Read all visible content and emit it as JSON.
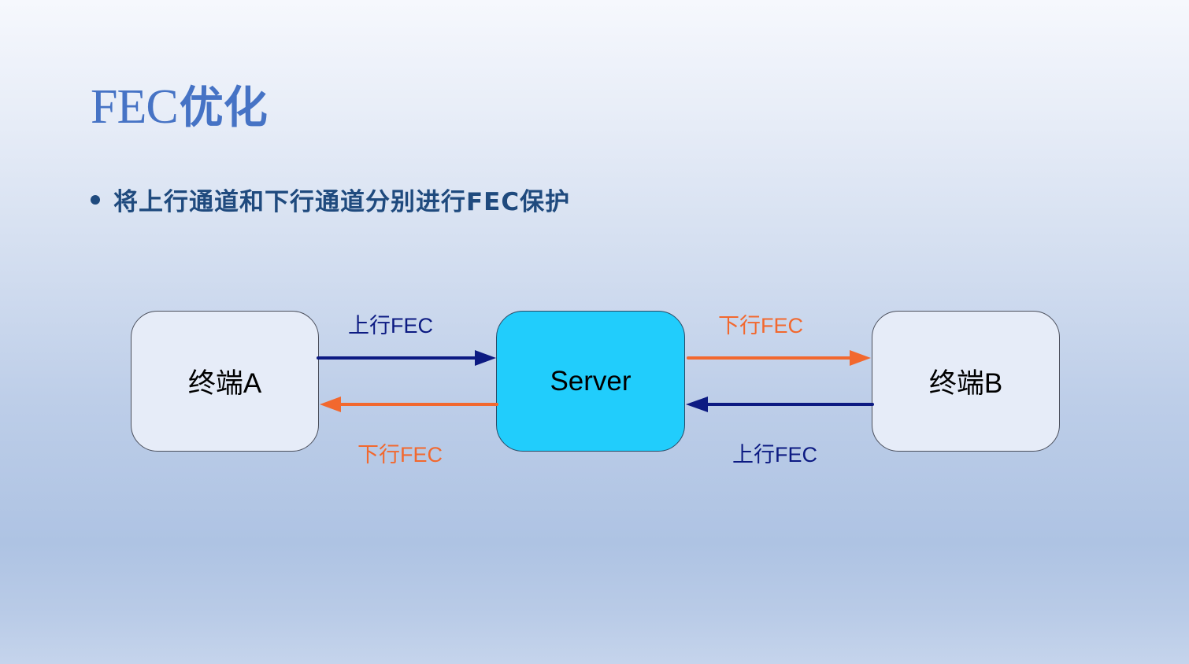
{
  "slide": {
    "title_latin": "FEC",
    "title_cjk": "优化",
    "bullets": [
      {
        "text": "将上行通道和下行通道分别进行FEC保护"
      }
    ]
  },
  "diagram": {
    "nodes": [
      {
        "id": "terminal-a",
        "label": "终端A"
      },
      {
        "id": "server",
        "label": "Server"
      },
      {
        "id": "terminal-b",
        "label": "终端B"
      }
    ],
    "edges": [
      {
        "from": "terminal-a",
        "to": "server",
        "label": "上行FEC",
        "kind": "uplink"
      },
      {
        "from": "server",
        "to": "terminal-a",
        "label": "下行FEC",
        "kind": "downlink"
      },
      {
        "from": "server",
        "to": "terminal-b",
        "label": "下行FEC",
        "kind": "downlink"
      },
      {
        "from": "terminal-b",
        "to": "server",
        "label": "上行FEC",
        "kind": "uplink"
      }
    ],
    "colors": {
      "uplink": "#0c1a82",
      "downlink": "#f2682e",
      "server_fill": "#21cdfc",
      "terminal_fill": "#e6ecf8",
      "title": "#4673c5",
      "bullet": "#1f4a7e"
    }
  }
}
